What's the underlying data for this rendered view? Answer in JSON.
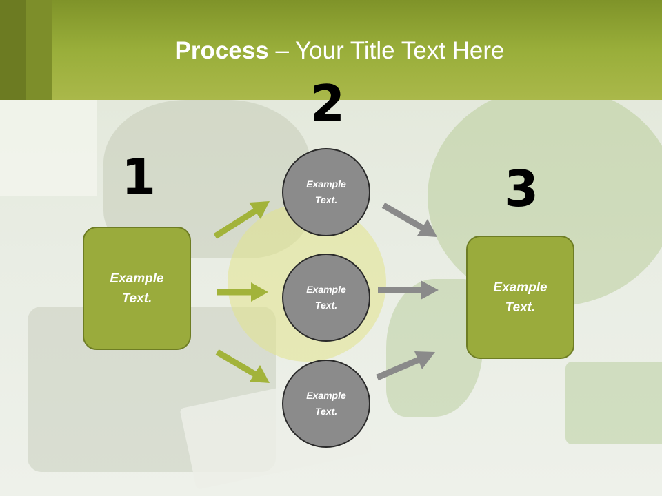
{
  "slide": {
    "title_bold": "Process",
    "title_rest": " – Your Title Text Here"
  },
  "steps": {
    "one": "1",
    "two": "2",
    "three": "3"
  },
  "boxes": {
    "left": "Example\nText.",
    "right": "Example\nText."
  },
  "circles": [
    {
      "label": "Example\nText."
    },
    {
      "label": "Example\nText."
    },
    {
      "label": "Example\nText."
    }
  ],
  "colors": {
    "accent_green": "#9aab3c",
    "circle_gray": "#8b8b8b",
    "arrow_green": "#a2b33a",
    "arrow_gray": "#8a8a8a"
  }
}
